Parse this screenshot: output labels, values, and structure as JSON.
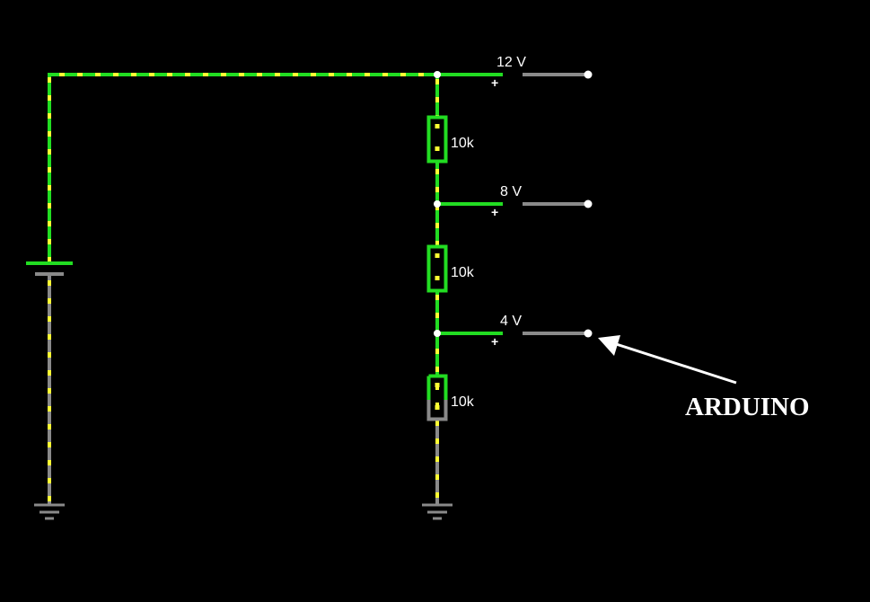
{
  "colors": {
    "background": "#000000",
    "wire_high": "#22dd22",
    "wire_ground": "#8a8a8a",
    "current_dots": "#ffff33",
    "text": "#ffffff"
  },
  "outputs": [
    {
      "label": "12 V",
      "polarity": "+"
    },
    {
      "label": "8 V",
      "polarity": "+"
    },
    {
      "label": "4 V",
      "polarity": "+"
    }
  ],
  "resistors": [
    {
      "label": "10k"
    },
    {
      "label": "10k"
    },
    {
      "label": "10k"
    }
  ],
  "annotation": {
    "text": "ARDUINO"
  },
  "icons": {
    "battery": "battery-icon",
    "ground": "ground-icon",
    "arrow": "arrow-icon"
  }
}
